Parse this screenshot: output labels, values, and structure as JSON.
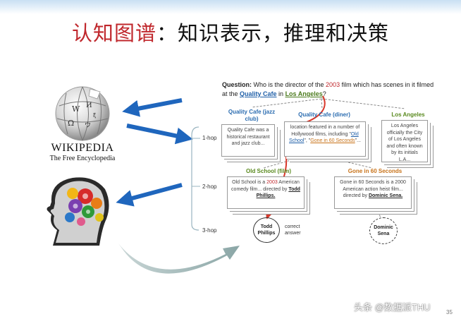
{
  "slide": {
    "title_red": "认知图谱",
    "title_rest": "：知识表示，推理和决策",
    "page_number": "35",
    "watermark": "头条 @数据派THU"
  },
  "wikipedia": {
    "wordmark": "Wikipedia",
    "tagline": "The Free Encyclopedia"
  },
  "question": {
    "label": "Question:",
    "part1": " Who is the director of the ",
    "year": "2003",
    "part2": " film which has scenes in it filmed at the ",
    "entity1": "Quality Cafe",
    "part3": " in ",
    "entity2": "Los Angeles",
    "part4": "?"
  },
  "hops": [
    "1-hop",
    "2-hop",
    "3-hop"
  ],
  "cards": {
    "qc_club": {
      "title": "Quality Cafe (jazz club)",
      "text": "Quality Cafe was a historical restaurant and jazz club..."
    },
    "qc_diner": {
      "title": "Quality Cafe (diner)",
      "text1": "location featured in a number of Hollywood films, including \"",
      "link1": "Old School",
      "text2": "\", \"",
      "link2": "Gone in 60 Seconds",
      "text3": "\"..."
    },
    "la": {
      "title": "Los Angeles",
      "text": "Los Angeles officially the City of Los Angeles and often known by its initials L.A..."
    },
    "old_school": {
      "title": "Old School (film)",
      "text1": "Old School is a ",
      "year": "2003",
      "text2": " American comedy film... directed by ",
      "director": "Todd Phillips."
    },
    "gone60": {
      "title": "Gone in 60 Seconds",
      "text1": "Gone in 60 Seconds is a 2000 American action heist film... directed by ",
      "director": "Dominic Sena."
    }
  },
  "nodes": {
    "answer": "Todd Phillips",
    "other": "Dominic Sena",
    "correct_label": "correct answer"
  },
  "colors": {
    "title_red": "#c0282d",
    "arrow_blue": "#1f66bd",
    "path_red": "#d8382b",
    "entity_blue": "#1f5fa8",
    "entity_green": "#4a7a1c"
  }
}
